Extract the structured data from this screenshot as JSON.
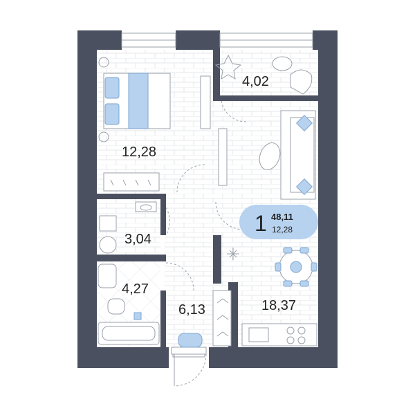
{
  "rooms": {
    "bedroom": "12,28",
    "balcony": "4,02",
    "wc": "3,04",
    "bathroom": "4,27",
    "hall": "6,13",
    "kitchen_living": "18,37"
  },
  "badge": {
    "rooms_count": "1",
    "total_area": "48,11",
    "living_area": "12,28"
  },
  "colors": {
    "wall": "#4b5060",
    "accent": "#b6d2ef",
    "floor": "#ffffff"
  }
}
